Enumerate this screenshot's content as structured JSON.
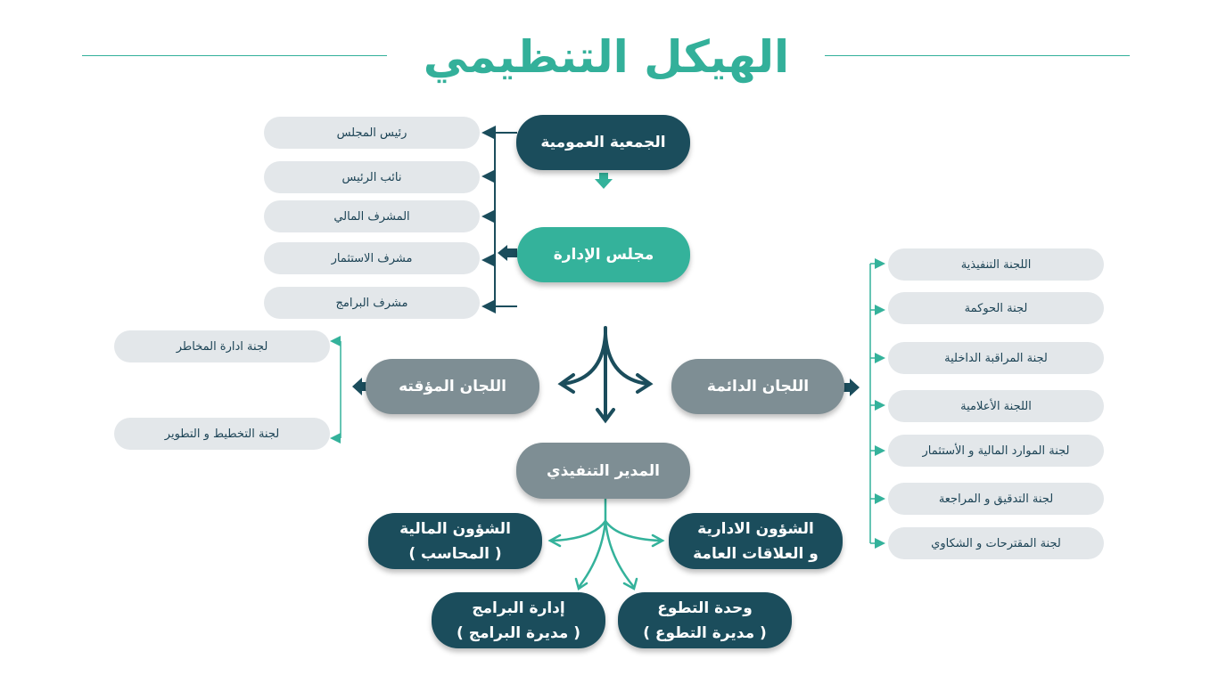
{
  "title": "الهيكل التنظيمي",
  "nodes": {
    "general_assembly": "الجمعية العمومية",
    "board": "مجلس الإدارة",
    "temporary_committees": "اللجان المؤقته",
    "permanent_committees": "اللجان الدائمة",
    "executive_director": "المدير التنفيذي",
    "financial_affairs": {
      "line1": "الشؤون المالية",
      "line2": "( المحاسب )"
    },
    "admin_affairs": {
      "line1": "الشؤون الادارية",
      "line2": "و العلاقات العامة"
    },
    "programs": {
      "line1": "إدارة البرامج",
      "line2": "( مديرة البرامج )"
    },
    "volunteering": {
      "line1": "وحدة التطوع",
      "line2": "( مديرة التطوع )"
    }
  },
  "board_members": [
    "رئيس المجلس",
    "نائب الرئيس",
    "المشرف المالي",
    "مشرف الاستثمار",
    "مشرف البرامج"
  ],
  "temporary_list": [
    "لجنة ادارة المخاطر",
    "لجنة التخطيط و التطوير"
  ],
  "permanent_list": [
    "اللجنة التنفيذية",
    "لجنة الحوكمة",
    "لجنة المراقبة الداخلية",
    "اللجنة الأعلامية",
    "لجنة الموارد المالية و الأستثمار",
    "لجنة التدقيق و المراجعة",
    "لجنة المقترحات و الشكاوي"
  ],
  "colors": {
    "accent_teal": "#34b29b",
    "dark_teal": "#1b4d5c",
    "grey": "#7e8e94",
    "pill_bg": "#e3e7ea"
  }
}
